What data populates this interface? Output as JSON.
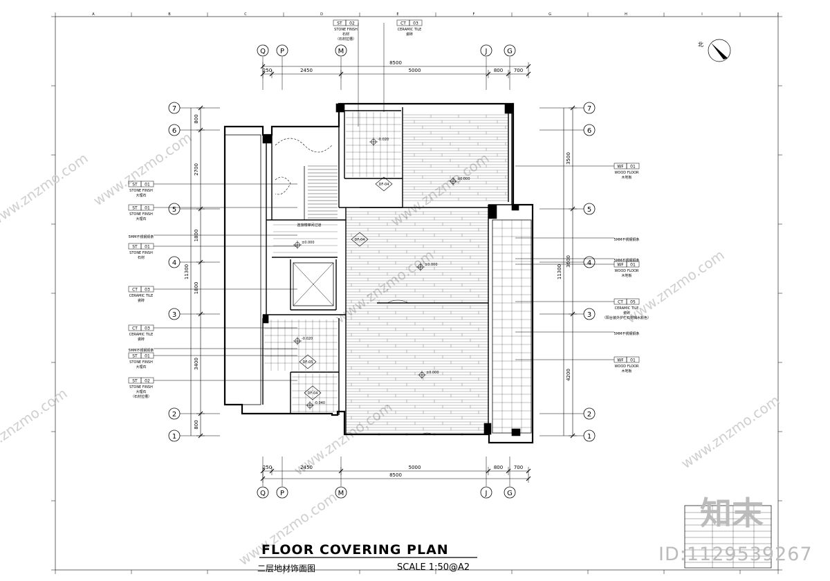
{
  "title": "FLOOR COVERING PLAN",
  "subtitle": "二层地材饰面图",
  "scale": "SCALE  1:50@A2",
  "north_label": "北",
  "watermark_id": "ID:1129539267",
  "watermark_brand": "知末",
  "watermark_url": "www.znzmo.com",
  "grid_cols": [
    "Q",
    "P",
    "M",
    "J",
    "G"
  ],
  "grid_rows": [
    "7",
    "6",
    "5",
    "4",
    "3",
    "2",
    "1"
  ],
  "dims_top": [
    "250",
    "2450",
    "5000",
    "800",
    "700"
  ],
  "dims_total_h": "8500",
  "dims_left": [
    "800",
    "2700",
    "1800",
    "1800",
    "3400",
    "800"
  ],
  "dims_right": [
    "3500",
    "3600",
    "4200"
  ],
  "dims_total_v": "11300",
  "tags_left": [
    {
      "code": "ST",
      "num": "01",
      "en": "STONE FINSH",
      "cn": "大理石"
    },
    {
      "code": "ST",
      "num": "01",
      "en": "STONE FINSH",
      "cn": "大理石"
    },
    {
      "code": "",
      "num": "",
      "en": "",
      "cn": "5MM不锈钢铜条"
    },
    {
      "code": "ST",
      "num": "01",
      "en": "STONE FINSH",
      "cn": "石材"
    },
    {
      "code": "CT",
      "num": "03",
      "en": "CERAMIC TILE",
      "cn": "瓷砖"
    },
    {
      "code": "CT",
      "num": "03",
      "en": "CERAMIC TILE",
      "cn": "瓷砖"
    },
    {
      "code": "",
      "num": "",
      "en": "",
      "cn": "5MM不锈钢铜条"
    },
    {
      "code": "ST",
      "num": "01",
      "en": "STONE FINSH",
      "cn": "大理石"
    },
    {
      "code": "ST",
      "num": "02",
      "en": "STONE FINSH",
      "cn": "大理石",
      "cn2": "（石材拉槽）"
    }
  ],
  "tags_top": [
    {
      "code": "ST",
      "num": "02",
      "en": "STONE FINSH",
      "cn": "石材",
      "cn2": "（石材拉槽）"
    },
    {
      "code": "CT",
      "num": "03",
      "en": "CERAMIC TILE",
      "cn": "瓷砖"
    }
  ],
  "tags_right": [
    {
      "code": "WF",
      "num": "01",
      "en": "WOOD FLOOR",
      "cn": "木地板"
    },
    {
      "code": "",
      "num": "",
      "en": "",
      "cn": "5MM不锈钢铜条"
    },
    {
      "code": "",
      "num": "",
      "en": "",
      "cn": "5MM不锈钢铜条"
    },
    {
      "code": "WF",
      "num": "01",
      "en": "WOOD FLOOR",
      "cn": "木地板"
    },
    {
      "code": "CT",
      "num": "05",
      "en": "CERAMIC TILE",
      "cn": "瓷砖",
      "cn2": "（阳台装外护栏石材挡水颜色）"
    },
    {
      "code": "",
      "num": "",
      "en": "",
      "cn": "5MM不锈钢铜条"
    },
    {
      "code": "WF",
      "num": "01",
      "en": "WOOD FLOOR",
      "cn": "木地板"
    }
  ],
  "levels": [
    "±0.000",
    "-0.020",
    "±0.000",
    "±0.000",
    "-0.020",
    "±0.000",
    "-0.040"
  ],
  "sym_tags": [
    "DF-04",
    "DF-04",
    "DF-05",
    "DF-04"
  ],
  "room_note": "连接楼梯间过道"
}
